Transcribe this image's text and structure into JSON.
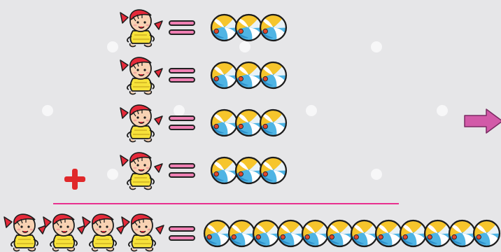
{
  "colors": {
    "background": "#e6e6e8",
    "equals_sign": "#ef7fb3",
    "plus_sign": "#e0282a",
    "sum_line": "#e8318f",
    "arrow": "#d25aa8",
    "ball_yellow": "#f6c52c",
    "ball_blue": "#4fb4e4",
    "ball_red": "#e0462c",
    "girl_dress": "#f7e23a",
    "girl_hair": "#e52a3a"
  },
  "icons": {
    "girl": "girl-icon",
    "ball": "beach-ball-icon",
    "equals": "equals-sign-icon",
    "plus": "plus-sign-icon",
    "arrow": "right-arrow-icon"
  },
  "equations": [
    {
      "girls": 1,
      "balls": 3
    },
    {
      "girls": 1,
      "balls": 3
    },
    {
      "girls": 1,
      "balls": 3
    },
    {
      "girls": 1,
      "balls": 3
    }
  ],
  "total": {
    "girls": 4,
    "balls": 12
  }
}
